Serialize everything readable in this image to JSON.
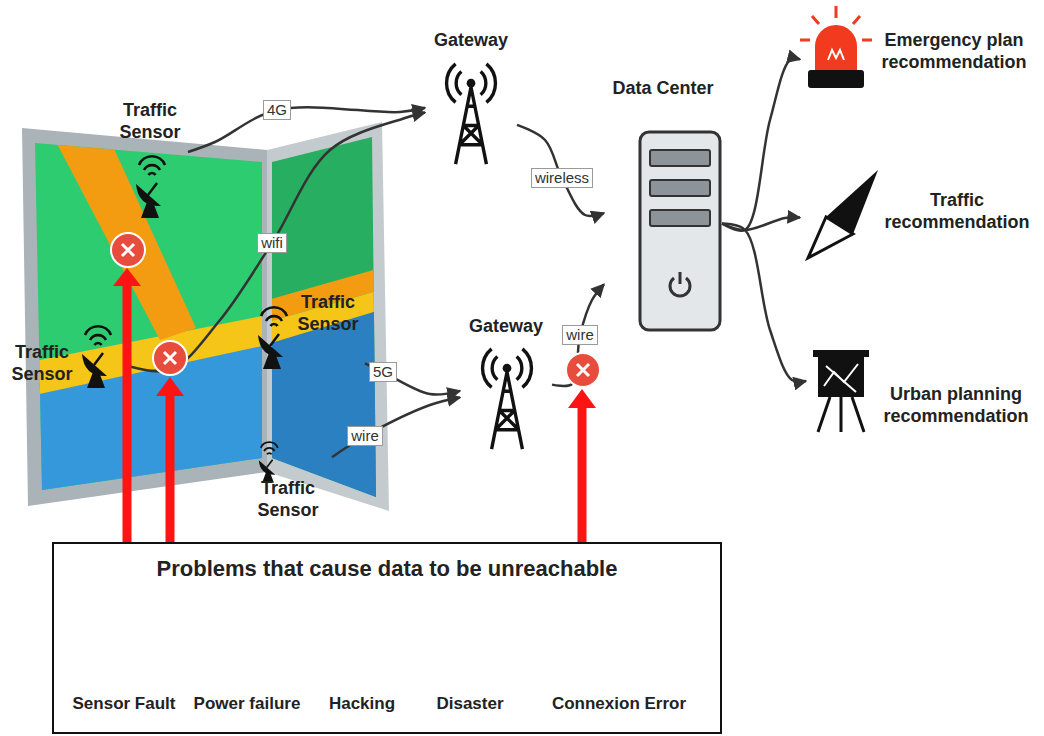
{
  "diagram": {
    "nodes": [
      {
        "text": [
          "Traffic Sensor"
        ]
      },
      {
        "text": [
          "Traffic Sensor"
        ]
      },
      {
        "text": [
          "Traffic Sensor"
        ]
      },
      {
        "text": [
          "Traffic Sensor"
        ]
      },
      {
        "text": [
          "Gateway"
        ]
      },
      {
        "text": [
          "Gateway"
        ]
      },
      {
        "text": [
          "Data Center"
        ]
      },
      {
        "text": [
          "Emergency plan recommendation"
        ]
      },
      {
        "text": [
          "Traffic recommendation"
        ]
      },
      {
        "text": [
          "Urban planning recommendation"
        ]
      },
      {
        "text": [
          "Problems that cause data to be unreachable"
        ]
      },
      {
        "text": [
          "Sensor Fault"
        ],
        "in": 10
      },
      {
        "text": [
          "Power failure"
        ],
        "in": 10
      },
      {
        "text": [
          "Hacking"
        ],
        "in": 10
      },
      {
        "text": [
          "Disaster"
        ],
        "in": 10
      },
      {
        "text": [
          "Connexion Error"
        ],
        "in": 10
      }
    ],
    "edges": [
      {
        "from": 0,
        "to": 4,
        "label": "4G",
        "arrow": "to"
      },
      {
        "from": 1,
        "to": 4,
        "label": "wifi",
        "arrow": "to"
      },
      {
        "from": 2,
        "to": 5,
        "label": "5G",
        "arrow": "to"
      },
      {
        "from": 3,
        "to": 5,
        "label": "wire",
        "arrow": "to"
      },
      {
        "from": 4,
        "to": 6,
        "label": "wireless",
        "arrow": "to"
      },
      {
        "from": 5,
        "to": 6,
        "label": "wire",
        "arrow": "to"
      },
      {
        "from": 6,
        "to": 7,
        "arrow": "to"
      },
      {
        "from": 6,
        "to": 8,
        "arrow": "to"
      },
      {
        "from": 6,
        "to": 9,
        "arrow": "to"
      }
    ]
  }
}
